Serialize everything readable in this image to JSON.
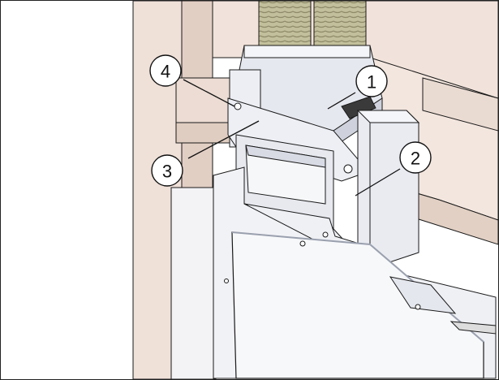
{
  "figure": {
    "callouts": [
      {
        "id": "1",
        "label": "1"
      },
      {
        "id": "2",
        "label": "2"
      },
      {
        "id": "3",
        "label": "3"
      },
      {
        "id": "4",
        "label": "4"
      }
    ]
  },
  "colors": {
    "wall": "#eeded6",
    "wall_shadow": "#ddc7bc",
    "metal": "#e4e7ee",
    "metal_dark": "#c9ccd8",
    "hose": "#b9b692",
    "outline": "#1a1a1a"
  }
}
